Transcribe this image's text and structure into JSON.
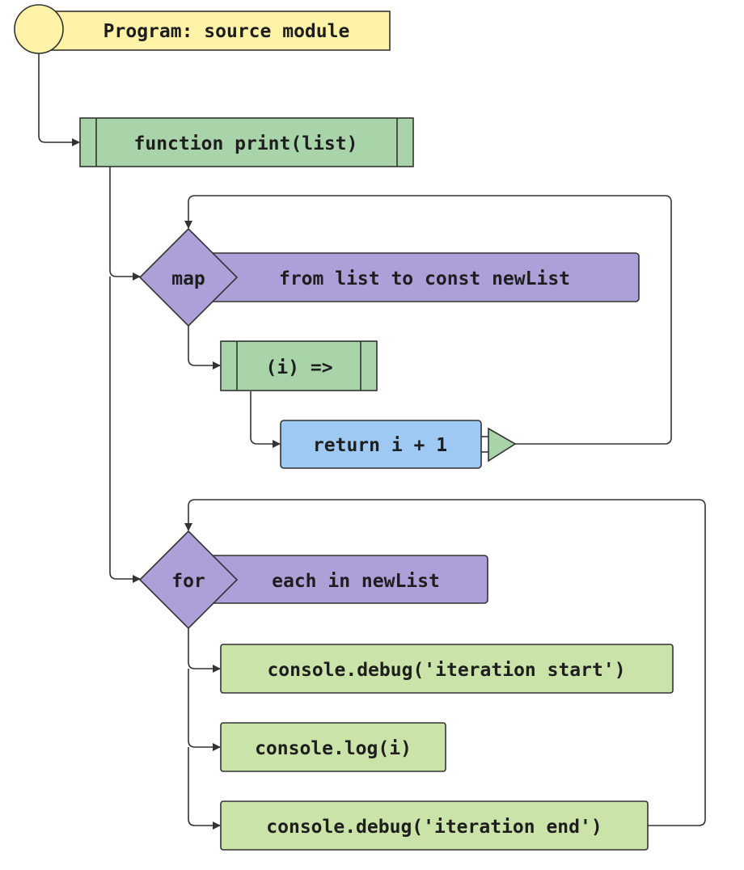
{
  "colors": {
    "start": "#fff3a8",
    "function": "#a9d3a9",
    "loop": "#ad9fd8",
    "return": "#9ec9f2",
    "statement": "#cae3a8",
    "line": "#333333"
  },
  "nodes": {
    "program": {
      "label": "Program: source module"
    },
    "print_fn": {
      "label": "function print(list)"
    },
    "map_diamond": {
      "label": "map"
    },
    "map_body": {
      "label": "from list to const newList"
    },
    "lambda_fn": {
      "label": "(i) =>"
    },
    "return_stmt": {
      "label": "return i + 1"
    },
    "for_diamond": {
      "label": "for"
    },
    "for_body": {
      "label": "each in newList"
    },
    "debug_start": {
      "label": "console.debug('iteration start')"
    },
    "log_i": {
      "label": "console.log(i)"
    },
    "debug_end": {
      "label": "console.debug('iteration end')"
    }
  }
}
